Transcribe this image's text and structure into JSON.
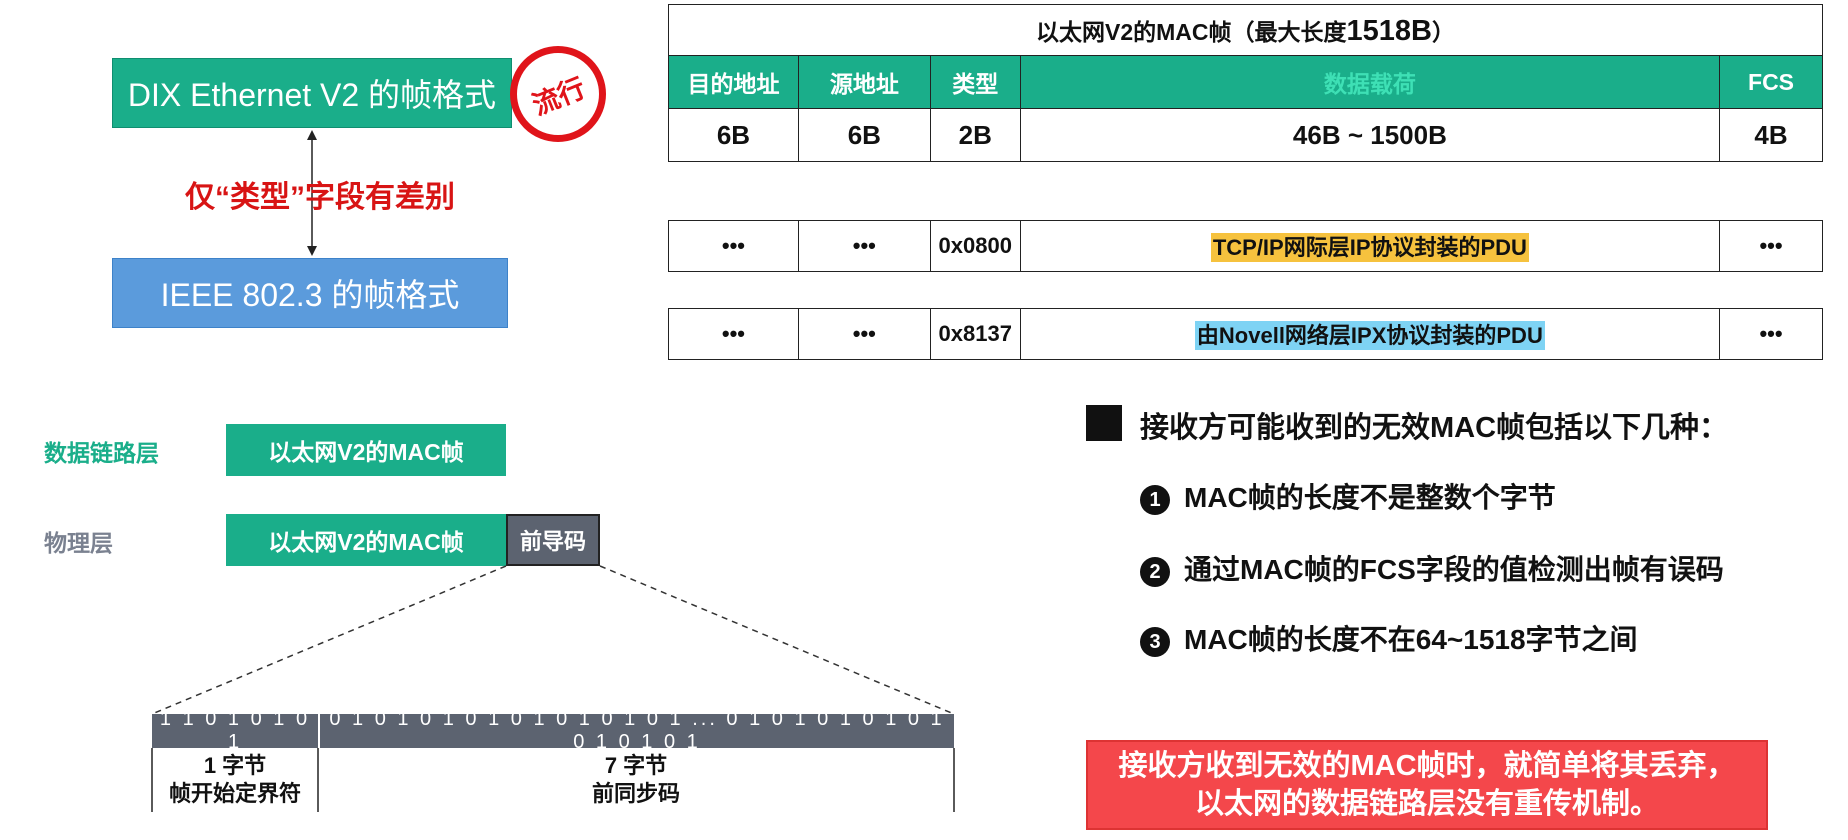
{
  "left_top": {
    "dix_label": "DIX Ethernet V2 的帧格式",
    "popular_badge": "流行",
    "diff_note": "仅“类型”字段有差别",
    "ieee_label": "IEEE 802.3 的帧格式"
  },
  "frame_table": {
    "title_prefix": "以太网V2的MAC帧（最大长度",
    "title_size": "1518B",
    "title_suffix": "）",
    "headers": [
      "目的地址",
      "源地址",
      "类型",
      "数据载荷",
      "FCS"
    ],
    "sizes": [
      "6B",
      "6B",
      "2B",
      "46B ~ 1500B",
      "4B"
    ]
  },
  "examples": [
    {
      "dst": "•••",
      "src": "•••",
      "type": "0x0800",
      "payload": "TCP/IP网际层IP协议封装的PDU",
      "fcs": "•••"
    },
    {
      "dst": "•••",
      "src": "•••",
      "type": "0x8137",
      "payload": "由Novell网络层IPX协议封装的PDU",
      "fcs": "•••"
    }
  ],
  "layers": {
    "dll_label": "数据链路层",
    "phy_label": "物理层",
    "dll_frame": "以太网V2的MAC帧",
    "phy_frame": "以太网V2的MAC帧",
    "preamble": "前导码"
  },
  "bits": {
    "sfd_bits": "1 1 0 1 0 1 0 1",
    "pre_bits": "0 1 0 1 0 1 0 1 0 1 0 1 0 1 0 1 ... 0 1 0 1 0 1 0 1 0 1 0 1 0 1 0 1",
    "sfd_size": "1 字节",
    "sfd_name": "帧开始定界符",
    "pre_size": "7 字节",
    "pre_name": "前同步码"
  },
  "notes": {
    "heading": "接收方可能收到的无效MAC帧包括以下几种：",
    "items": [
      {
        "bullet": "1",
        "text": "MAC帧的长度不是整数个字节"
      },
      {
        "bullet": "2",
        "text": "通过MAC帧的FCS字段的值检测出帧有误码"
      },
      {
        "bullet": "3",
        "text": "MAC帧的长度不在64~1518字节之间"
      }
    ],
    "warn_line1": "接收方收到无效的MAC帧时，就简单将其丢弃，",
    "warn_line2": "以太网的数据链路层没有重传机制。"
  },
  "colors": {
    "teal": "#1aae8a",
    "blue": "#5b9bdc",
    "red": "#d81414",
    "gray": "#5c6370",
    "warn": "#f4474b",
    "highlight_orange": "#f6c23e",
    "highlight_cyan": "#7ed3f4"
  }
}
